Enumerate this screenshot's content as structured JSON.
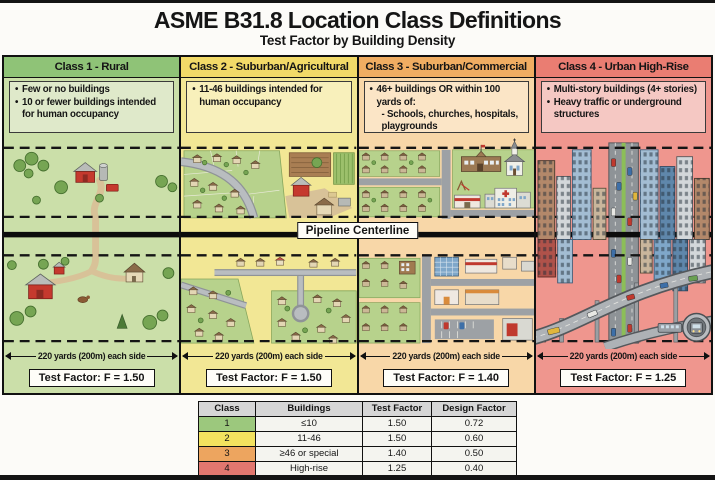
{
  "title": "ASME B31.8 Location Class Definitions",
  "subtitle": "Test Factor by Building Density",
  "pipeline_label": "Pipeline Centerline",
  "classes": [
    {
      "name": "Class 1 - Rural",
      "bullets": [
        "Few or no buildings",
        "10 or fewer buildings intended for human occupancy"
      ],
      "distance_label": "220 yards (200m) each side",
      "test_factor_label": "Test Factor: F = 1.50",
      "header_color": "#8fc377",
      "body_color": "#cbdfa9"
    },
    {
      "name": "Class 2 - Suburban/Agricultural",
      "bullets": [
        "11-46 buildings intended for human occupancy"
      ],
      "distance_label": "220 yards (200m) each side",
      "test_factor_label": "Test Factor: F = 1.50",
      "header_color": "#f2da68",
      "body_color": "#f2e795"
    },
    {
      "name": "Class 3 - Suburban/Commercial",
      "bullets": [
        "46+ buildings OR within 100 yards of:",
        "- Schools, churches, hospitals, playgrounds"
      ],
      "distance_label": "220 yards (200m) each side",
      "test_factor_label": "Test Factor: F = 1.40",
      "header_color": "#f0ad62",
      "body_color": "#f8d7a8"
    },
    {
      "name": "Class 4 - Urban High-Rise",
      "bullets": [
        "Multi-story buildings (4+ stories)",
        "Heavy traffic or underground structures"
      ],
      "distance_label": "220 yards (200m) each side",
      "test_factor_label": "Test Factor: F = 1.25",
      "header_color": "#ea7d72",
      "body_color": "#ef968e"
    }
  ],
  "table": {
    "headers": [
      "Class",
      "Buildings",
      "Test Factor",
      "Design Factor"
    ],
    "rows": [
      [
        "1",
        "≤10",
        "1.50",
        "0.72"
      ],
      [
        "2",
        "11-46",
        "1.50",
        "0.60"
      ],
      [
        "3",
        "≥46 or special",
        "1.40",
        "0.50"
      ],
      [
        "4",
        "High-rise",
        "1.25",
        "0.40"
      ]
    ],
    "row_colors": [
      "#9cc87d",
      "#f3e25f",
      "#eda55f",
      "#e2776f"
    ]
  }
}
